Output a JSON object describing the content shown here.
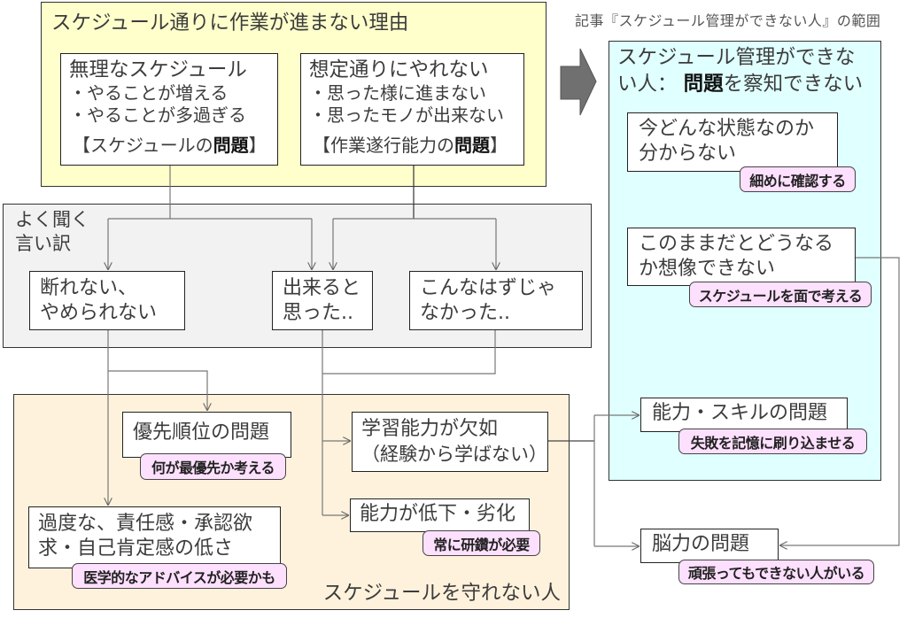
{
  "colors": {
    "reasons_bg": "#ffffcc",
    "excuses_bg": "#f2f2f2",
    "cannot_bg": "#fff2dc",
    "scope_bg": "#e0ffff",
    "tag_bg": "#fde0fd",
    "arrow_fill": "#707070"
  },
  "header_note": "記事『スケジュール管理ができない人』の範囲",
  "reasons_panel": {
    "title": "スケジュール通りに作業が進まない理由",
    "boxes": [
      {
        "title": "無理なスケジュール",
        "bullets": [
          "・やることが増える",
          "・やることが多過ぎる"
        ],
        "category_prefix": "【スケジュールの",
        "category_bold": "問題",
        "category_suffix": "】"
      },
      {
        "title": "想定通りにやれない",
        "bullets": [
          "・思った様に進まない",
          "・思ったモノが出来ない"
        ],
        "category_prefix": "【作業遂行能力の",
        "category_bold": "問題",
        "category_suffix": "】"
      }
    ]
  },
  "excuses_panel": {
    "title_lines": [
      "よく聞く",
      "言い訳"
    ],
    "boxes": [
      {
        "lines": [
          "断れない、",
          "やめられない"
        ]
      },
      {
        "lines": [
          "出来ると",
          "思った.."
        ]
      },
      {
        "lines": [
          "こんなはずじゃ",
          "なかった.."
        ]
      }
    ]
  },
  "cannot_keep_panel": {
    "label": "スケジュールを守れない人",
    "boxes": [
      {
        "lines": [
          "優先順位の問題"
        ],
        "tag": "何が最優先か考える"
      },
      {
        "lines": [
          "学習能力が欠如",
          "（経験から学ばない）"
        ]
      },
      {
        "lines": [
          "能力が低下・劣化"
        ],
        "tag": "常に研鑽が必要"
      },
      {
        "lines": [
          "過度な、責任感・承認欲",
          "求・自己肯定感の低さ"
        ],
        "tag": "医学的なアドバイスが必要かも"
      }
    ]
  },
  "scope_panel": {
    "title_line1": "スケジュール管理ができな",
    "title_line2_prefix": "い人： ",
    "title_line2_bold": "問題",
    "title_line2_suffix": "を察知できない",
    "boxes": [
      {
        "lines": [
          "今どんな状態なのか",
          "分からない"
        ],
        "tag": "細めに確認する"
      },
      {
        "lines": [
          "このままだとどうなる",
          "か想像できない"
        ],
        "tag": "スケジュールを面で考える"
      },
      {
        "lines": [
          "能力・スキルの問題"
        ],
        "tag": "失敗を記憶に刷り込ませる"
      }
    ]
  },
  "external_box": {
    "lines": [
      "脳力の問題"
    ],
    "tag": "頑張ってもできない人がいる"
  }
}
